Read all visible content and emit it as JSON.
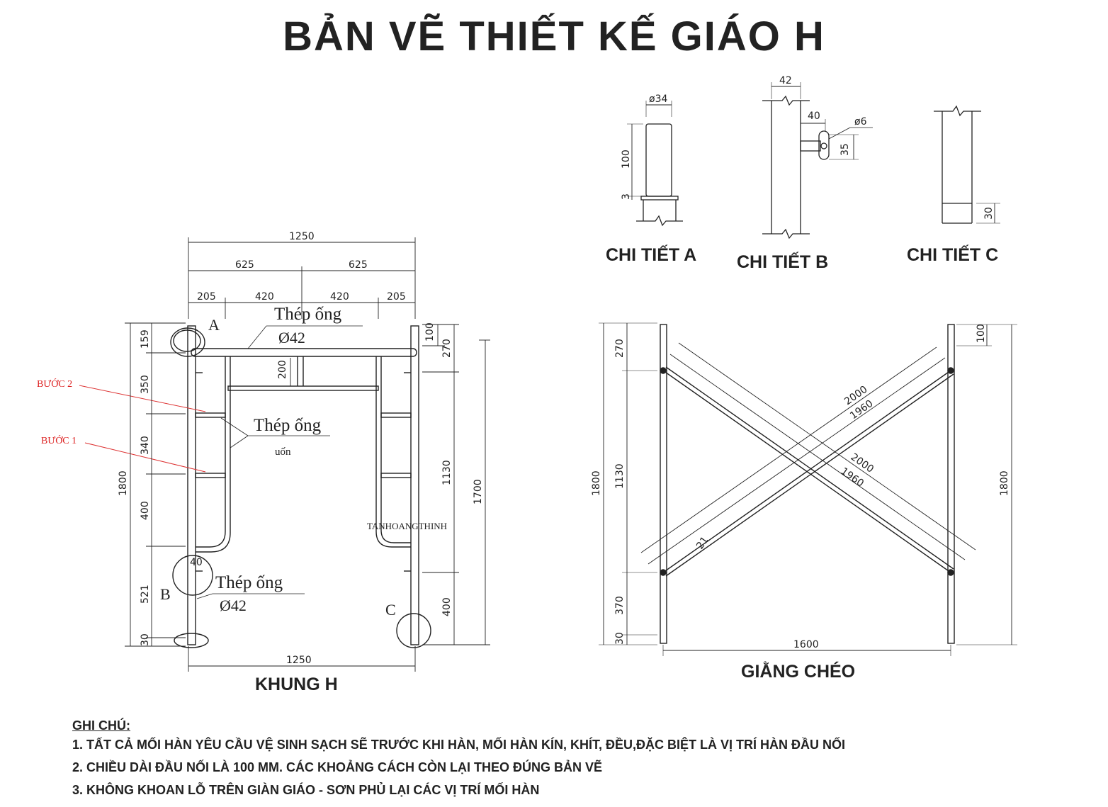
{
  "title": "BẢN VẼ THIẾT KẾ GIÁO H",
  "details": {
    "a": {
      "label": "CHI TIẾT A",
      "dims": [
        "ø34",
        "100",
        "3"
      ]
    },
    "b": {
      "label": "CHI TIẾT B",
      "dims": [
        "42",
        "40",
        "ø6",
        "35"
      ]
    },
    "c": {
      "label": "CHI TIẾT C",
      "dims": [
        "30"
      ]
    }
  },
  "frame_h": {
    "label": "KHUNG H",
    "top_dims": [
      "1250",
      "625",
      "625",
      "205",
      "420",
      "420",
      "205"
    ],
    "bottom_dim": "1250",
    "left_dims": [
      "1800",
      "159",
      "350",
      "340",
      "400",
      "521",
      "30"
    ],
    "right_dims": [
      "100",
      "270",
      "1130",
      "400",
      "1700"
    ],
    "inner_dims": [
      "200",
      "40"
    ],
    "markers": [
      "A",
      "B",
      "C"
    ],
    "annotations": [
      "Thép ống",
      "Ø42",
      "Thép ống",
      "uốn",
      "Thép ống",
      "Ø42"
    ],
    "steps": [
      "BƯỚC 2",
      "BƯỚC 1"
    ],
    "watermark": "TANHOANGTHINH"
  },
  "cross_brace": {
    "label": "GIẰNG CHÉO",
    "bottom_dim": "1600",
    "left_dims": [
      "1800",
      "270",
      "1130",
      "370",
      "30"
    ],
    "right_dims": [
      "100",
      "1800"
    ],
    "diag_dims": [
      "2000",
      "1960",
      "2000",
      "1960",
      "21"
    ]
  },
  "notes": {
    "title": "GHI CHÚ:",
    "lines": [
      "1. TẤT CẢ MỐI HÀN YÊU CẦU VỆ SINH SẠCH SẼ TRƯỚC KHI HÀN, MỐI HÀN KÍN, KHÍT, ĐỀU,ĐẶC BIỆT LÀ VỊ TRÍ HÀN ĐẦU NỐI",
      "2. CHIỀU DÀI ĐẦU NỐI LÀ 100 MM. CÁC KHOẢNG CÁCH CÒN LẠI THEO ĐÚNG BẢN VẼ",
      "3. KHÔNG KHOAN LỖ TRÊN GIÀN GIÁO - SƠN PHỦ LẠI CÁC VỊ TRÍ MỐI HÀN"
    ]
  }
}
